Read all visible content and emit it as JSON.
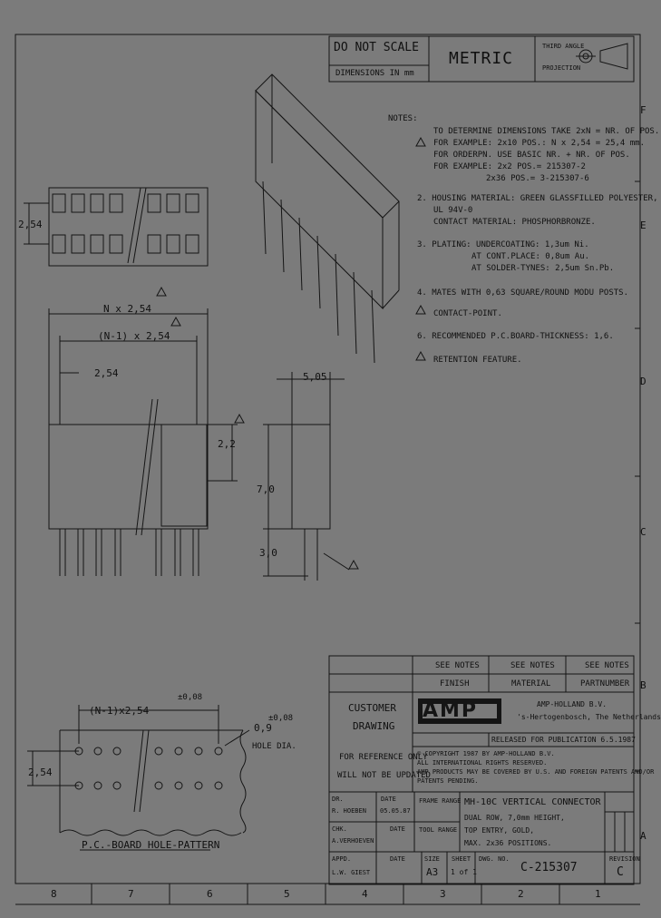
{
  "title_block": {
    "do_not_scale": "DO NOT SCALE",
    "dimensions_in": "DIMENSIONS IN mm",
    "metric": "METRIC",
    "third_angle": "THIRD ANGLE",
    "projection": "PROJECTION"
  },
  "notes_label": "NOTES:",
  "notes": [
    "TO DETERMINE DIMENSIONS TAKE 2xN = NR. OF POS.",
    "FOR EXAMPLE: 2x10 POS.: N x 2,54 = 25,4 mm.",
    "FOR ORDERPN. USE BASIC NR. + NR. OF POS.",
    "FOR EXAMPLE:   2x2 POS.=  215307-2",
    "2x36 POS.= 3-215307-6",
    "2. HOUSING MATERIAL: GREEN GLASSFILLED POLYESTER,",
    "UL 94V-0",
    "CONTACT MATERIAL: PHOSPHORBRONZE.",
    "3. PLATING: UNDERCOATING: 1,3um Ni.",
    "AT CONT.PLACE: 0,8um Au.",
    "AT SOLDER-TYNES: 2,5um Sn.Pb.",
    "4. MATES WITH 0,63 SQUARE/ROUND MODU POSTS.",
    "CONTACT-POINT.",
    "6. RECOMMENDED P.C.BOARD-THICKNESS: 1,6.",
    "RETENTION FEATURE."
  ],
  "dims": {
    "pitch": "2,54",
    "n_pitch": "N x 2,54",
    "n1_pitch": "(N-1) x 2,54",
    "h22": "2,2",
    "w505": "5,05",
    "h70": "7,0",
    "h30": "3,0",
    "tol": "±0,08",
    "hole": "0,9",
    "hole_dia": "HOLE DIA.",
    "pcb_n1": "(N-1)x2,54",
    "pcb_label": "P.C.-BOARD HOLE-PATTERN"
  },
  "revision_table": {
    "see_notes": "SEE NOTES",
    "finish": "FINISH",
    "material": "MATERIAL",
    "partnumber": "PARTNUMBER"
  },
  "customer": {
    "customer_drawing_1": "CUSTOMER",
    "customer_drawing_2": "DRAWING",
    "ref_only": "FOR REFERENCE ONLY",
    "not_updated": "WILL NOT BE UPDATED"
  },
  "company": {
    "logo": "AMP",
    "name": "AMP-HOLLAND B.V.",
    "city": "'s-Hertogenbosch, The Netherlands",
    "released": "RELEASED FOR PUBLICATION 6.5.1987",
    "copyright": "© COPYRIGHT 1987   BY AMP-HOLLAND B.V.",
    "rights": "ALL INTERNATIONAL RIGHTS RESERVED.",
    "patents": "AMP PRODUCTS MAY BE COVERED BY U.S. AND FOREIGN PATENTS AND/OR",
    "pending": "PATENTS PENDING."
  },
  "title": {
    "line1": "MH-10C VERTICAL CONNECTOR",
    "line2": "DUAL ROW, 7,0mm HEIGHT,",
    "line3": "TOP ENTRY, GOLD,",
    "line4": "MAX. 2x36 POSITIONS."
  },
  "approvals": {
    "dr": "DR.",
    "dr_name": "R. HOEBEN",
    "dr_date": "05.05.87",
    "date_lbl": "DATE",
    "chk": "CHK.",
    "chk_name": "A.VERHOEVEN",
    "appd": "APPD.",
    "appd_name": "L.W. GIEST",
    "frame_range": "FRAME RANGE",
    "tool_range": "TOOL RANGE"
  },
  "sheet": {
    "size_lbl": "SIZE",
    "size": "A3",
    "sheet_lbl": "SHEET",
    "sheet": "1 of 1",
    "dwg_lbl": "DWG. NO.",
    "dwg": "C-215307",
    "rev_lbl": "REVISION",
    "rev": "C"
  },
  "grid_columns": [
    "8",
    "7",
    "6",
    "5",
    "4",
    "3",
    "2",
    "1"
  ],
  "grid_rows": [
    "F",
    "E",
    "D",
    "C",
    "B",
    "A"
  ]
}
